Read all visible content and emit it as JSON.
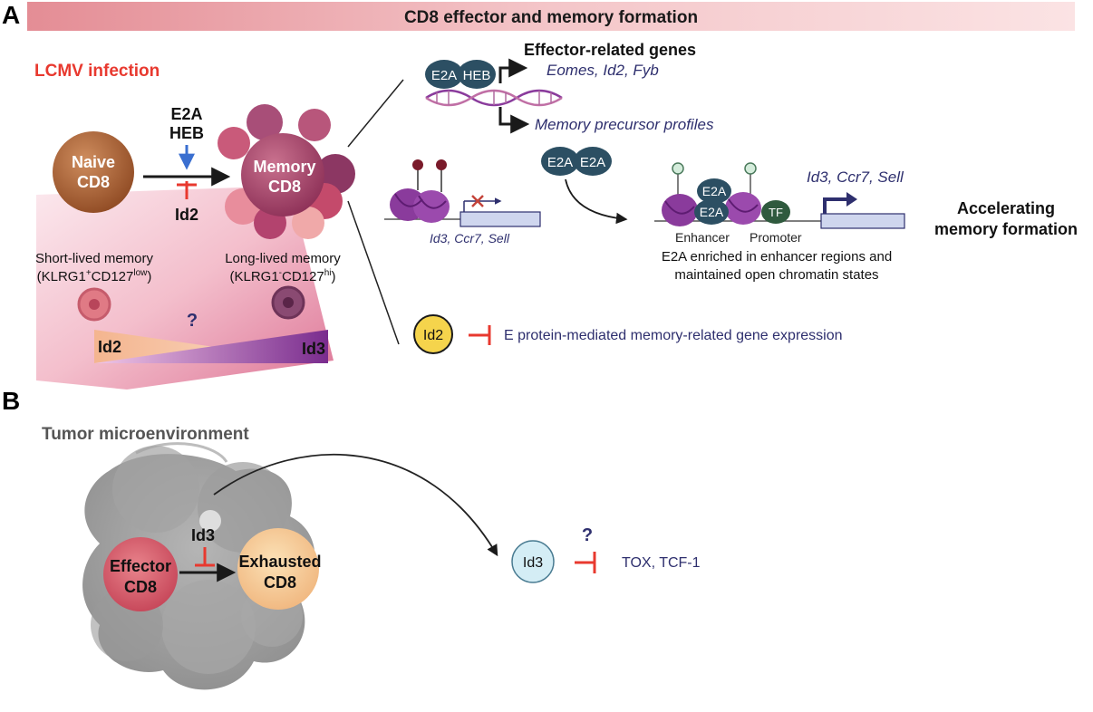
{
  "panel_a": {
    "label": "A",
    "header": "CD8 effector and memory formation",
    "infection": "LCMV infection",
    "naive_cell": {
      "line1": "Naive",
      "line2": "CD8"
    },
    "memory_cell": {
      "line1": "Memory",
      "line2": "CD8"
    },
    "promoters": {
      "e2a": "E2A",
      "heb": "HEB"
    },
    "inhibitor": "Id2",
    "short_lived": {
      "title": "Short-lived memory",
      "marker_pre": "(KLRG1",
      "marker_sup1": "+",
      "marker_mid": "CD127",
      "marker_sup2": "low",
      "marker_post": ")"
    },
    "long_lived": {
      "title": "Long-lived memory",
      "marker_pre": "(KLRG1",
      "marker_sup1": "-",
      "marker_mid": "CD127",
      "marker_sup2": "hi",
      "marker_post": ")"
    },
    "question": "?",
    "gradient_left": "Id2",
    "gradient_right": "Id3",
    "effector_genes": {
      "title": "Effector-related genes",
      "e2a": "E2A",
      "heb": "HEB",
      "targets": "Eomes, Id2, Fyb",
      "memory_precursor": "Memory precursor profiles"
    },
    "chromatin": {
      "closed_genes": "Id3, Ccr7, Sell",
      "dimer1": "E2A",
      "dimer2": "E2A",
      "bound1": "E2A",
      "bound2": "E2A",
      "tf": "TF",
      "open_genes": "Id3, Ccr7, Sell",
      "enhancer": "Enhancer",
      "promoter": "Promoter",
      "outcome_line1": "Accelerating",
      "outcome_line2": "memory formation",
      "caption_line1": "E2A enriched in enhancer regions and",
      "caption_line2": "maintained open chromatin states"
    },
    "id2_row": {
      "circle": "Id2",
      "text": "E protein-mediated memory-related gene expression"
    }
  },
  "panel_b": {
    "label": "B",
    "title": "Tumor microenvironment",
    "inhibitor": "Id3",
    "effector_cell": {
      "line1": "Effector",
      "line2": "CD8"
    },
    "exhausted_cell": {
      "line1": "Exhausted",
      "line2": "CD8"
    },
    "id3_circle": "Id3",
    "question": "?",
    "targets": "TOX, TCF-1"
  },
  "colors": {
    "accent_red": "#e8392f",
    "navy_text": "#2e2f6e",
    "protein_teal": "#2c4f63",
    "nucleosome_purple": "#8a3b9c",
    "id2_yellow": "#f5d44c",
    "id3_blue": "#d4edf5",
    "header_pink": "#f3c0c3",
    "tf_green": "#2f5a3e"
  }
}
